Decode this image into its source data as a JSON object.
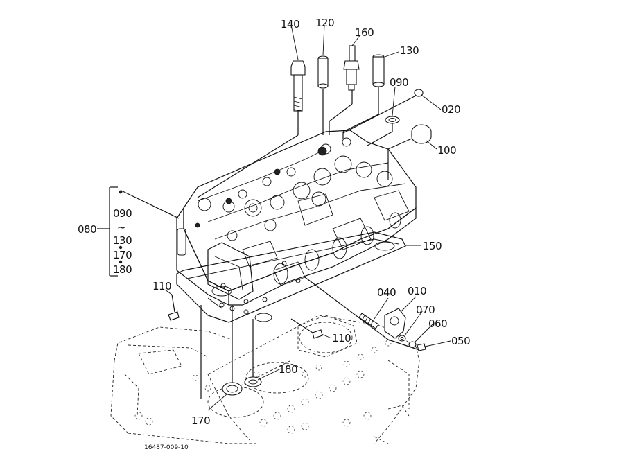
{
  "diagram": {
    "reference_number": "16487-009-10",
    "labels": {
      "p140": "140",
      "p120": "120",
      "p160": "160",
      "p130_top": "130",
      "p090_top": "090",
      "p020": "020",
      "p100": "100",
      "p150": "150",
      "p110_left": "110",
      "p110_center": "110",
      "p040": "040",
      "p010": "010",
      "p070": "070",
      "p060": "060",
      "p050": "050",
      "p180": "180",
      "p170": "170",
      "kit_080": "080",
      "kit_090": "090",
      "kit_tilde": "~",
      "kit_130": "130",
      "kit_170": "170",
      "kit_180": "180"
    }
  }
}
